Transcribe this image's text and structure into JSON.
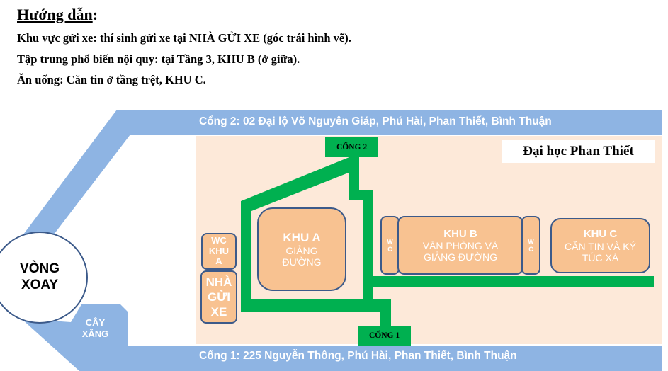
{
  "instructions": {
    "title": "Hướng dẫn",
    "title_suffix": ":",
    "lines": [
      "Khu vực gửi xe: thí sinh gửi xe tại NHÀ GỬI XE (góc trái hình vẽ).",
      "Tập trung phổ biến nội quy: tại Tầng 3, KHU B (ở giữa).",
      "Ăn uống: Căn tin ở tầng trệt, KHU  C."
    ]
  },
  "map": {
    "colors": {
      "road": "#8eb4e3",
      "campus": "#fde9d9",
      "building": "#f8c291",
      "building_border": "#3c5a8a",
      "path": "#00b050"
    },
    "top_road": "Cổng 2: 02 Đại lộ Võ Nguyên Giáp, Phú Hài, Phan Thiết, Bình Thuận",
    "bottom_road": "Cổng 1: 225 Nguyễn Thông, Phú Hài, Phan Thiết, Bình Thuận",
    "university_name": "Đại học Phan Thiết",
    "roundabout": [
      "VÒNG",
      "XOAY"
    ],
    "gas_station": [
      "CÂY",
      "XĂNG"
    ],
    "gate2": "CỔNG 2",
    "gate1": "CỔNG 1",
    "buildings": {
      "wc_khu_a": [
        "WC",
        "KHU",
        "A"
      ],
      "parking": [
        "NHÀ",
        "GỬI",
        "XE"
      ],
      "khu_a": {
        "title": "KHU A",
        "sub": [
          "GIẢNG",
          "ĐƯỜNG"
        ]
      },
      "wc_b_left": [
        "W",
        "C"
      ],
      "khu_b": {
        "title": "KHU B",
        "sub": [
          "VĂN PHÒNG VÀ",
          "GIẢNG ĐƯỜNG"
        ]
      },
      "wc_b_right": [
        "W",
        "C"
      ],
      "khu_c": {
        "title": "KHU C",
        "sub": [
          "CĂN TIN VÀ KÝ",
          "TÚC XÁ"
        ]
      }
    }
  }
}
